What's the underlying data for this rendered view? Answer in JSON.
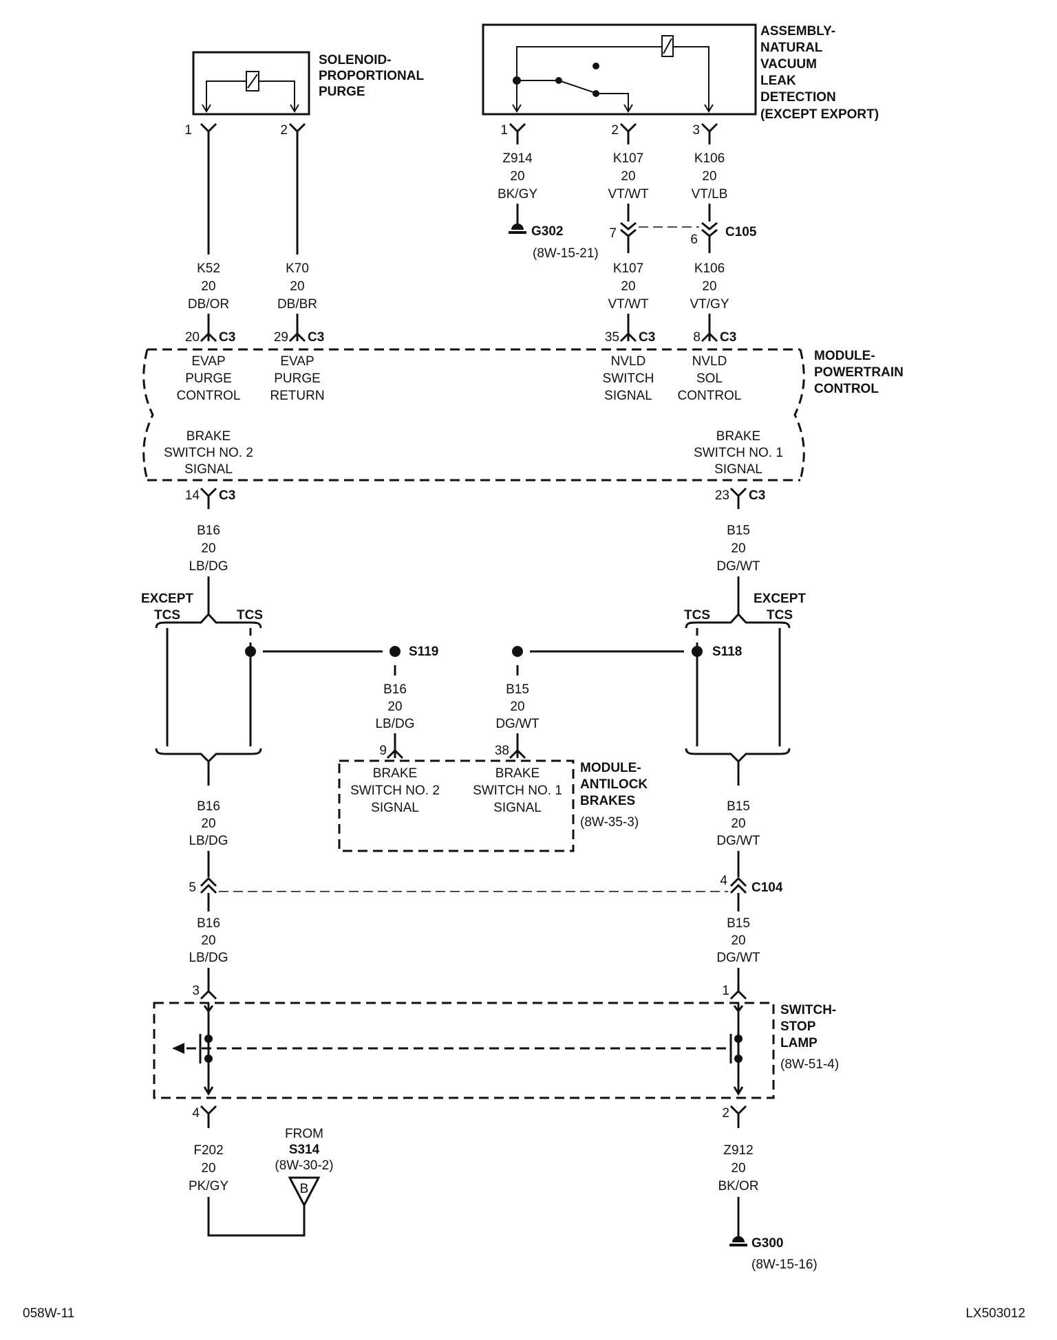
{
  "components": {
    "purge_solenoid": [
      "SOLENOID-",
      "PROPORTIONAL",
      "PURGE"
    ],
    "nvld": [
      "ASSEMBLY-",
      "NATURAL",
      "VACUUM",
      "LEAK",
      "DETECTION",
      "(EXCEPT EXPORT)"
    ],
    "pcm": [
      "MODULE-",
      "POWERTRAIN",
      "CONTROL"
    ],
    "abs": [
      "MODULE-",
      "ANTILOCK",
      "BRAKES"
    ],
    "abs_ref": "(8W-35-3)",
    "stop_switch": [
      "SWITCH-",
      "STOP",
      "LAMP"
    ],
    "stop_switch_ref": "(8W-51-4)"
  },
  "pins": {
    "sol_1": "1",
    "sol_2": "2",
    "nvld_1": "1",
    "nvld_2": "2",
    "nvld_3": "3",
    "c105_a": "7",
    "c105_b": "6",
    "pcm_20": "20",
    "pcm_29": "29",
    "pcm_35": "35",
    "pcm_8": "8",
    "pcm_14": "14",
    "pcm_23": "23",
    "abs_9": "9",
    "abs_38": "38",
    "c104_a": "5",
    "c104_b": "4",
    "sw_3": "3",
    "sw_1": "1",
    "sw_4": "4",
    "sw_2": "2"
  },
  "connectors": {
    "c3": "C3",
    "c105": "C105",
    "c104": "C104"
  },
  "wires": {
    "z914": [
      "Z914",
      "20",
      "BK/GY"
    ],
    "k107a": [
      "K107",
      "20",
      "VT/WT"
    ],
    "k106a": [
      "K106",
      "20",
      "VT/LB"
    ],
    "k52": [
      "K52",
      "20",
      "DB/OR"
    ],
    "k70": [
      "K70",
      "20",
      "DB/BR"
    ],
    "k107b": [
      "K107",
      "20",
      "VT/WT"
    ],
    "k106b": [
      "K106",
      "20",
      "VT/GY"
    ],
    "b16a": [
      "B16",
      "20",
      "LB/DG"
    ],
    "b15a": [
      "B15",
      "20",
      "DG/WT"
    ],
    "b16abs": [
      "B16",
      "20",
      "LB/DG"
    ],
    "b15abs": [
      "B15",
      "20",
      "DG/WT"
    ],
    "b16b": [
      "B16",
      "20",
      "LB/DG"
    ],
    "b15b": [
      "B15",
      "20",
      "DG/WT"
    ],
    "b16c": [
      "B16",
      "20",
      "LB/DG"
    ],
    "b15c": [
      "B15",
      "20",
      "DG/WT"
    ],
    "f202": [
      "F202",
      "20",
      "PK/GY"
    ],
    "z912": [
      "Z912",
      "20",
      "BK/OR"
    ]
  },
  "pcm_functions": {
    "evap_purge_control": [
      "EVAP",
      "PURGE",
      "CONTROL"
    ],
    "evap_purge_return": [
      "EVAP",
      "PURGE",
      "RETURN"
    ],
    "nvld_switch_signal": [
      "NVLD",
      "SWITCH",
      "SIGNAL"
    ],
    "nvld_sol_control": [
      "NVLD",
      "SOL",
      "CONTROL"
    ],
    "brake_sw2": [
      "BRAKE",
      "SWITCH NO. 2",
      "SIGNAL"
    ],
    "brake_sw1": [
      "BRAKE",
      "SWITCH NO. 1",
      "SIGNAL"
    ]
  },
  "abs_functions": {
    "brake_sw2": [
      "BRAKE",
      "SWITCH NO. 2",
      "SIGNAL"
    ],
    "brake_sw1": [
      "BRAKE",
      "SWITCH NO. 1",
      "SIGNAL"
    ]
  },
  "options": {
    "except_tcs": [
      "EXCEPT",
      "TCS"
    ],
    "tcs": "TCS"
  },
  "splices": {
    "s119": "S119",
    "s118": "S118"
  },
  "grounds": {
    "g302": "G302",
    "g302_ref": "(8W-15-21)",
    "g300": "G300",
    "g300_ref": "(8W-15-16)"
  },
  "from": {
    "label": "FROM",
    "splice": "S314",
    "ref": "(8W-30-2)",
    "letter": "B"
  },
  "footer": {
    "left": "058W-11",
    "right": "LX503012"
  }
}
